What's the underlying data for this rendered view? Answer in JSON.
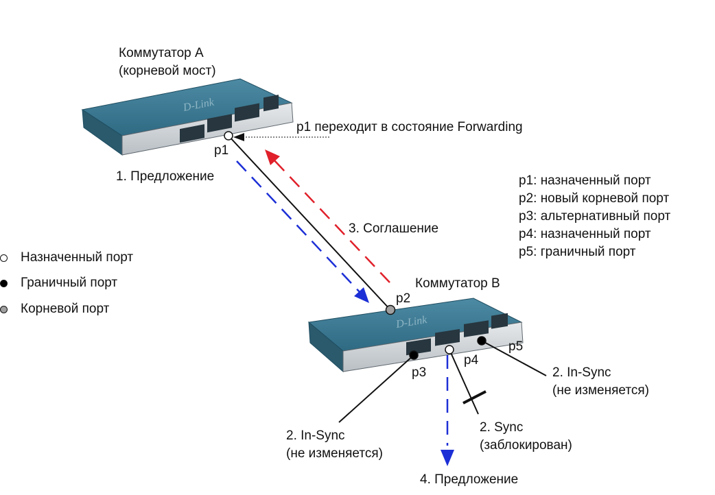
{
  "switch_a": {
    "name": "Коммутатор А",
    "role": "(корневой мост)",
    "logo": "D-Link",
    "port_label": "p1",
    "port_status": "p1 переходит в состояние Forwarding"
  },
  "switch_b": {
    "name": "Коммутатор В",
    "logo": "D-Link",
    "ports": {
      "p2": "p2",
      "p3": "p3",
      "p4": "p4",
      "p5": "p5"
    }
  },
  "steps": {
    "proposal_1": "1. Предложение",
    "agreement_3": "3. Соглашение",
    "in_sync_p3": {
      "line1": "2. In-Sync",
      "line2": "(не изменяется)"
    },
    "sync_p4": {
      "line1": "2. Sync",
      "line2": "(заблокирован)"
    },
    "in_sync_p5": {
      "line1": "2. In-Sync",
      "line2": "(не изменяется)"
    },
    "proposal_4": "4. Предложение"
  },
  "port_roles": [
    "p1: назначенный порт",
    "p2: новый корневой порт",
    "p3: альтернативный порт",
    "p4: назначенный порт",
    "p5: граничный порт"
  ],
  "legend": [
    {
      "label": "Назначенный порт",
      "color": "#ffffff"
    },
    {
      "label": "Граничный порт",
      "color": "#000000"
    },
    {
      "label": "Корневой порт",
      "color": "#a0a0a0"
    }
  ],
  "colors": {
    "switch_top": "#3f7b93",
    "switch_front": "#d6dadd",
    "port_bay": "#2b3b45",
    "proposal_arrow": "#1c2fd6",
    "agreement_arrow": "#e0202a",
    "link": "#111111"
  }
}
